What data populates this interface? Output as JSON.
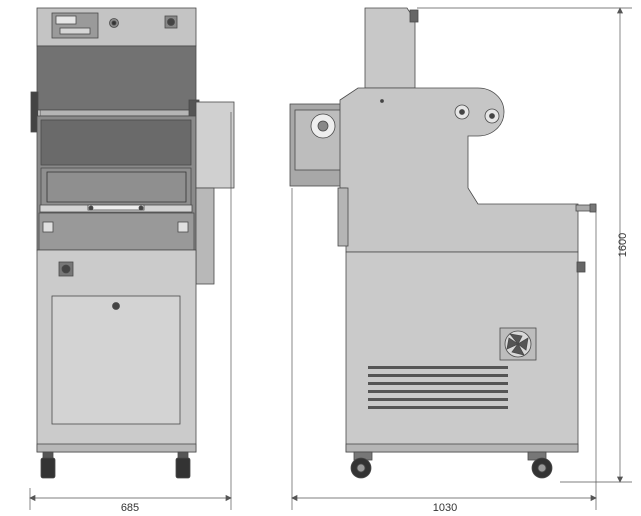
{
  "figure": {
    "dimensions": {
      "front_width": "685",
      "side_depth": "1030",
      "height": "1600"
    },
    "colors": {
      "body": "#c9c9c9",
      "body_dark": "#6f6f6f",
      "outline": "#4a4a4a",
      "dimension_line": "#555555"
    }
  }
}
